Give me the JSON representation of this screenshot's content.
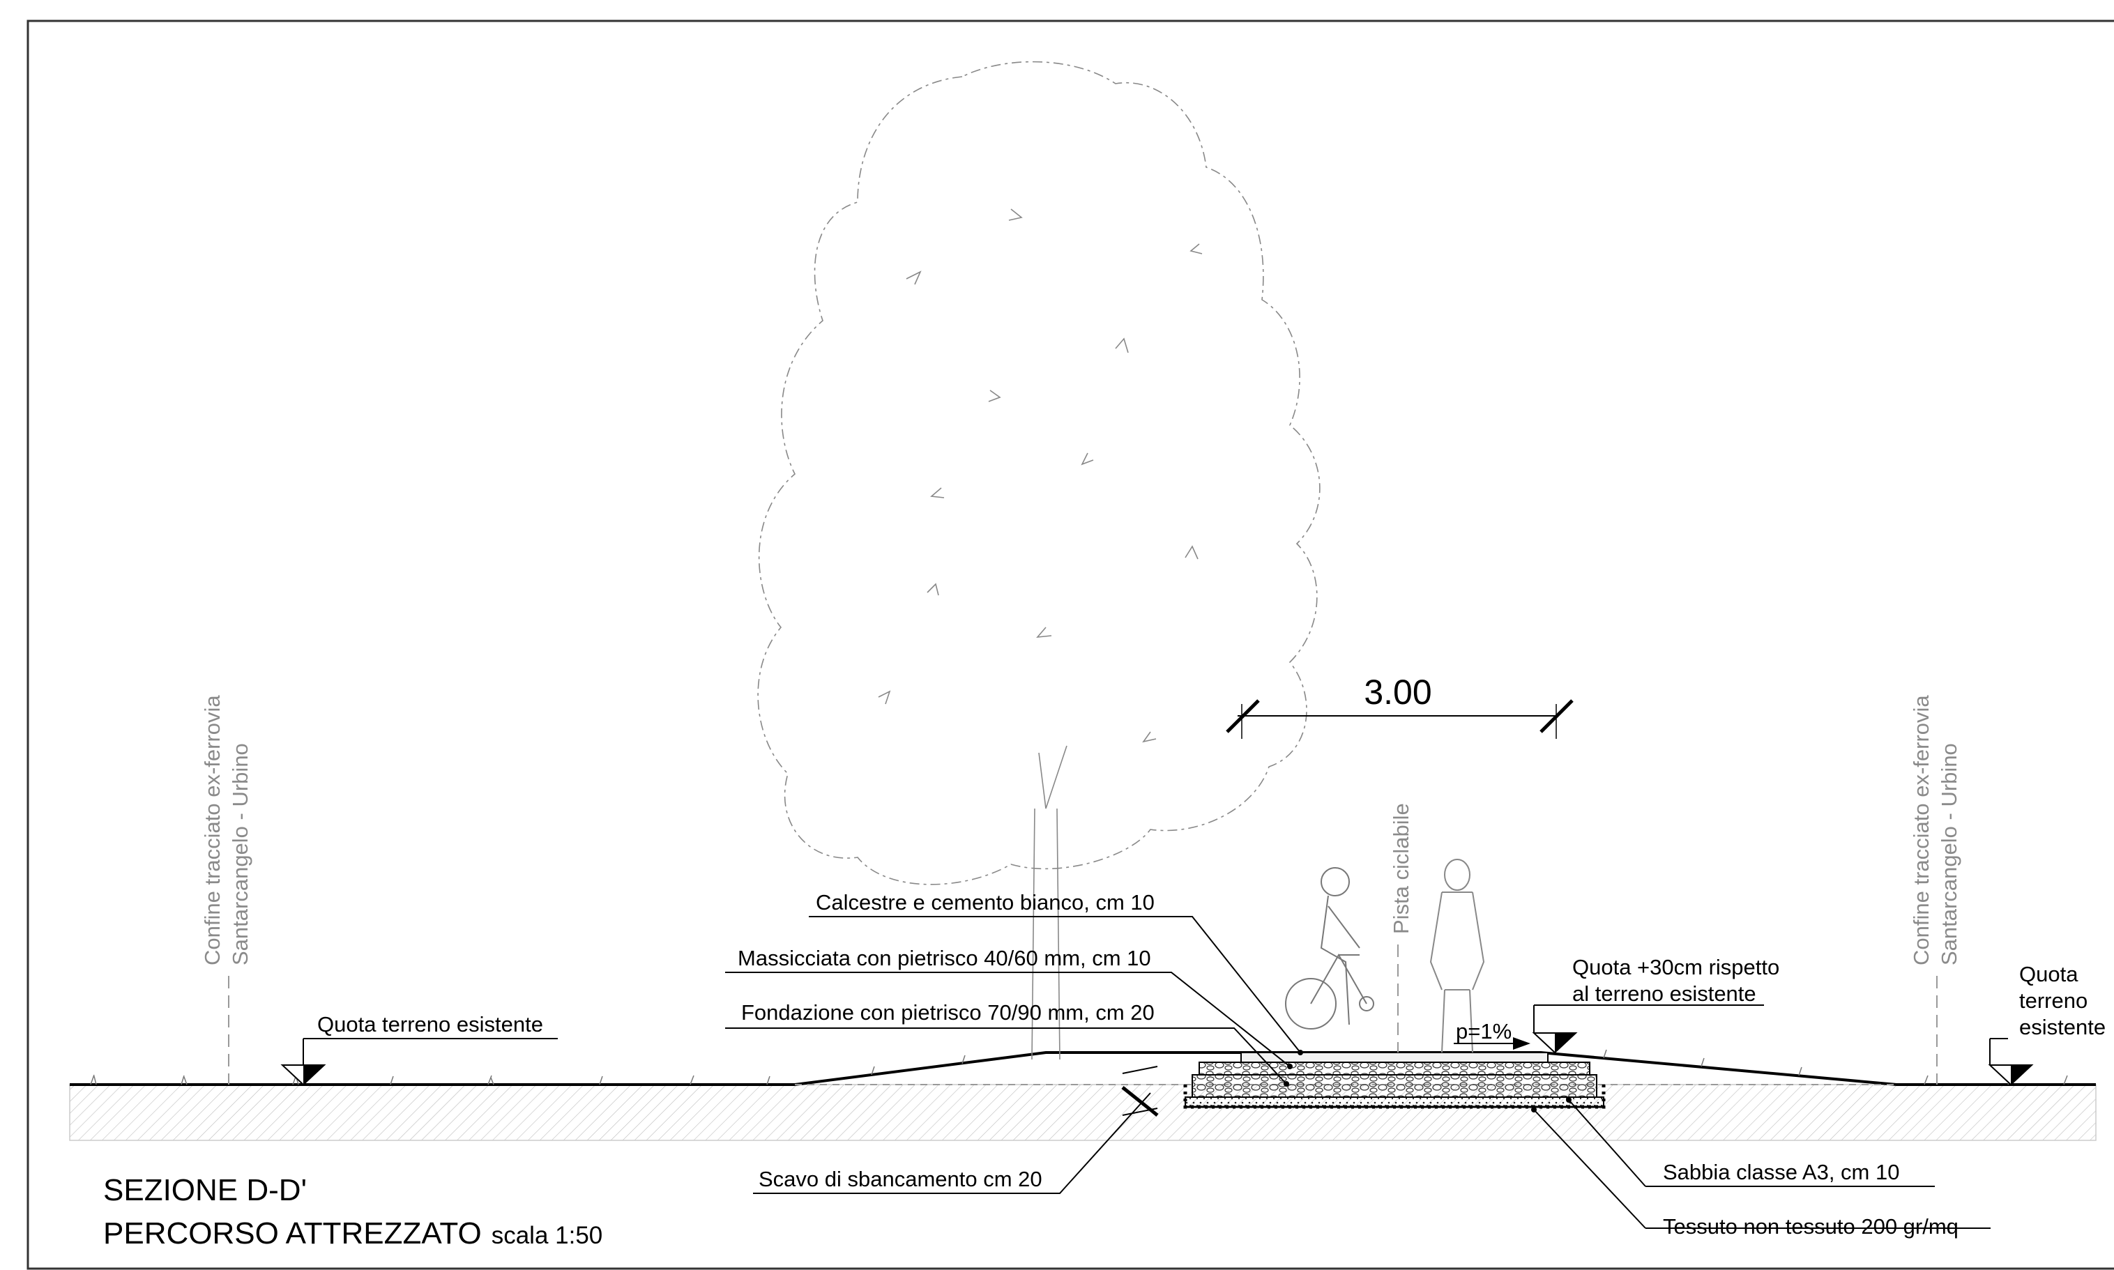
{
  "dimension": {
    "width_label": "3.00"
  },
  "labels": {
    "boundary_left_line1": "Confine tracciato ex-ferrovia",
    "boundary_left_line2": "Santarcangelo - Urbino",
    "boundary_right_line1": "Confine tracciato ex-ferrovia",
    "boundary_right_line2": "Santarcangelo - Urbino",
    "pista_ciclabile": "Pista ciclabile",
    "quota_terreno_left": "Quota terreno esistente",
    "quota_terreno_right_line1": "Quota",
    "quota_terreno_right_line2": "terreno",
    "quota_terreno_right_line3": "esistente",
    "quota_raised_line1": "Quota +30cm rispetto",
    "quota_raised_line2": "al terreno esistente",
    "slope": "p=1%",
    "layer_calcestre": "Calcestre e cemento bianco, cm 10",
    "layer_massicciata": "Massicciata con pietrisco 40/60 mm, cm 10",
    "layer_fondazione": "Fondazione con pietrisco 70/90 mm, cm 20",
    "layer_scavo": "Scavo di sbancamento cm 20",
    "layer_sabbia": "Sabbia classe A3, cm 10",
    "layer_tessuto": "Tessuto non tessuto 200 gr/mq"
  },
  "title": {
    "line1": "SEZIONE D-D'",
    "line2": "PERCORSO ATTREZZATO",
    "scale": "scala 1:50"
  }
}
